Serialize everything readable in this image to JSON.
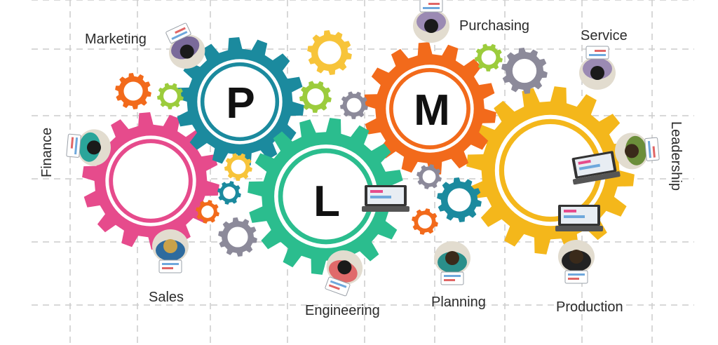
{
  "letters": {
    "p": "P",
    "l": "L",
    "m": "M"
  },
  "departments": {
    "marketing": "Marketing",
    "purchasing": "Purchasing",
    "service": "Service",
    "finance": "Finance",
    "leadership": "Leadership",
    "sales": "Sales",
    "engineering": "Engineering",
    "planning": "Planning",
    "production": "Production"
  },
  "colors": {
    "pink": "#e64b8c",
    "teal": "#1b8a9e",
    "green": "#2bbd8e",
    "orange": "#f26a1b",
    "yellow": "#f4b71b",
    "lime": "#9ccc3c",
    "grey": "#8c8a9a",
    "gold": "#f7c43a",
    "grid": "#c8c8c8"
  }
}
